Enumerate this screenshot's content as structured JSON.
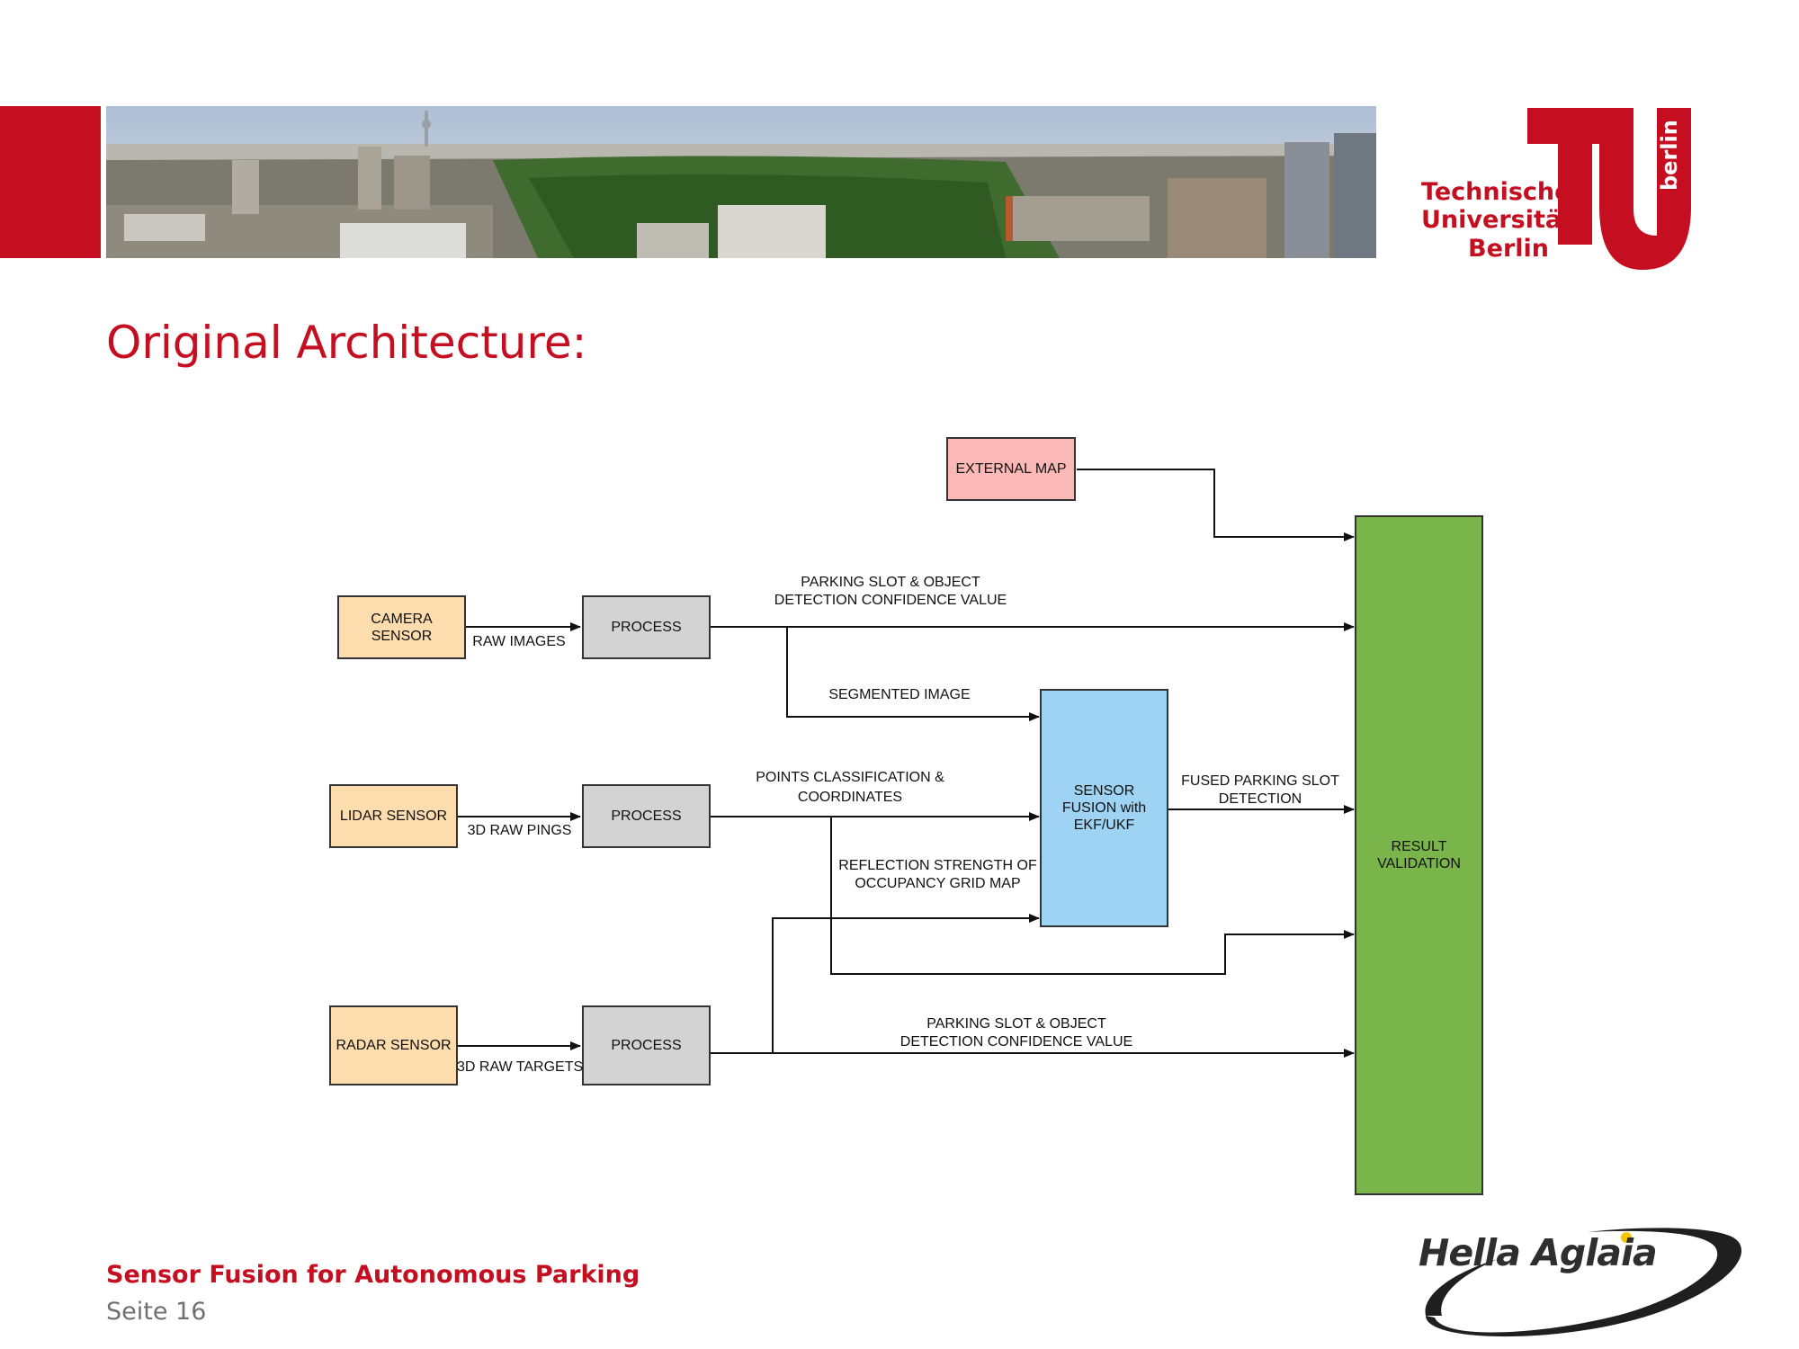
{
  "header": {
    "university_lines": [
      "Technische",
      "Universität",
      "Berlin"
    ],
    "university_word_mark": "berlin",
    "brand_color": "#c50e1f"
  },
  "title": "Original Architecture:",
  "diagram": {
    "boxes": {
      "external_map": "EXTERNAL MAP",
      "camera_sensor": "CAMERA SENSOR",
      "lidar_sensor": "LIDAR SENSOR",
      "radar_sensor": "RADAR SENSOR",
      "process_camera": "PROCESS",
      "process_lidar": "PROCESS",
      "process_radar": "PROCESS",
      "sensor_fusion": "SENSOR FUSION with EKF/UKF",
      "result_validation": "RESULT VALIDATION"
    },
    "edge_labels": {
      "raw_images": "RAW IMAGES",
      "raw_pings": "3D RAW PINGS",
      "raw_targets": "3D RAW TARGETS",
      "camera_detection": "PARKING SLOT & OBJECT DETECTION CONFIDENCE VALUE",
      "segmented_image": "SEGMENTED IMAGE",
      "points_classification": "POINTS CLASSIFICATION & COORDINATES",
      "fused_detection": "FUSED PARKING SLOT DETECTION",
      "reflection_strength": "REFLECTION STRENGTH OF OCCUPANCY GRID MAP",
      "radar_detection": "PARKING SLOT & OBJECT DETECTION CONFIDENCE VALUE"
    },
    "colors": {
      "sensor": "#fddcae",
      "process": "#d3d3d3",
      "external_map": "#fbb8b6",
      "sensor_fusion": "#9fd3f3",
      "result_validation": "#79b54a"
    }
  },
  "footer": {
    "title": "Sensor Fusion for Autonomous Parking",
    "page": "Seite 16",
    "partner_logo": "Hella Aglaia"
  }
}
